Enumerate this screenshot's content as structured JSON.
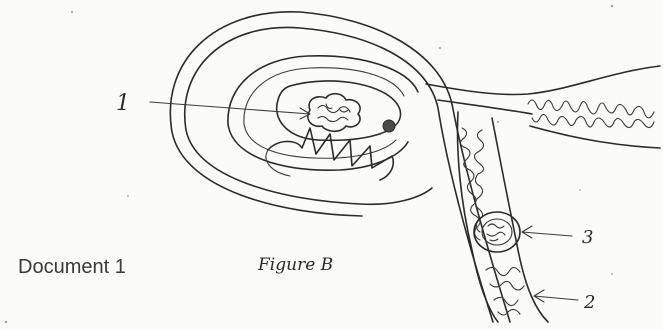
{
  "document_label": "Document 1",
  "figure_caption": "Figure B",
  "labels": {
    "one": "1",
    "two": "2",
    "three": "3"
  },
  "colors": {
    "ink": "#2b2b2b",
    "paper": "#fbfbfa",
    "typed_text": "#3a3a3a"
  }
}
